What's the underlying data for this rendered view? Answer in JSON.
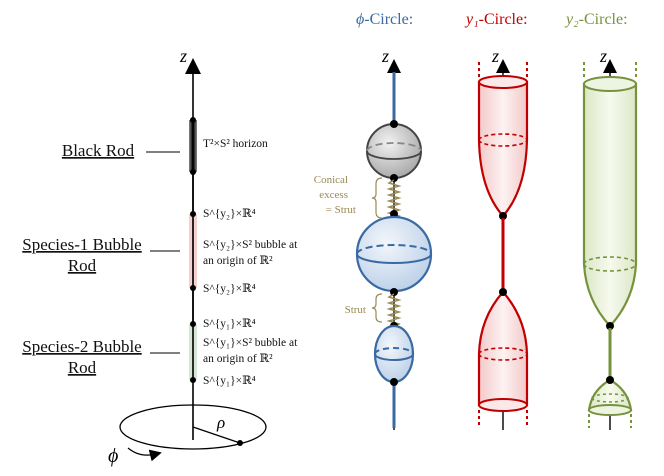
{
  "figure": {
    "axis_label": "z",
    "rho_label": "ρ",
    "phi_label": "ϕ",
    "rods": [
      {
        "label": "Black Rod"
      },
      {
        "label": [
          "Species-1 Bubble",
          "Rod"
        ]
      },
      {
        "label": [
          "Species-2 Bubble",
          "Rod"
        ]
      }
    ],
    "annotations": {
      "black_horizon": "T²×S² horizon",
      "s1_top": "S^{y₂}×ℝ⁴",
      "s1_mid": [
        "S^{y₂}×S² bubble at",
        "an origin of ℝ²"
      ],
      "s1_bot": "S^{y₂}×ℝ⁴",
      "s2_top": "S^{y₁}×ℝ⁴",
      "s2_mid": [
        "S^{y₁}×S² bubble at",
        "an origin of ℝ²"
      ],
      "s2_bot": "S^{y₁}×ℝ⁴"
    },
    "column_titles": {
      "phi": {
        "symbol": "ϕ",
        "suffix": "-Circle:"
      },
      "y1": {
        "symbol": "y₁",
        "suffix": "-Circle:"
      },
      "y2": {
        "symbol": "y₂",
        "suffix": "-Circle:"
      }
    },
    "strut_labels": {
      "conical": [
        "Conical",
        "excess",
        "= Strut"
      ],
      "strut": "Strut"
    },
    "colors": {
      "phi": "#3a6aa3",
      "y1": "#c00000",
      "y2": "#76923c",
      "black_rod": "#000000",
      "bubble1_rod": "#f2b8b8",
      "bubble2_rod": "#c8e0c8",
      "strut": "#9a8a55"
    }
  }
}
